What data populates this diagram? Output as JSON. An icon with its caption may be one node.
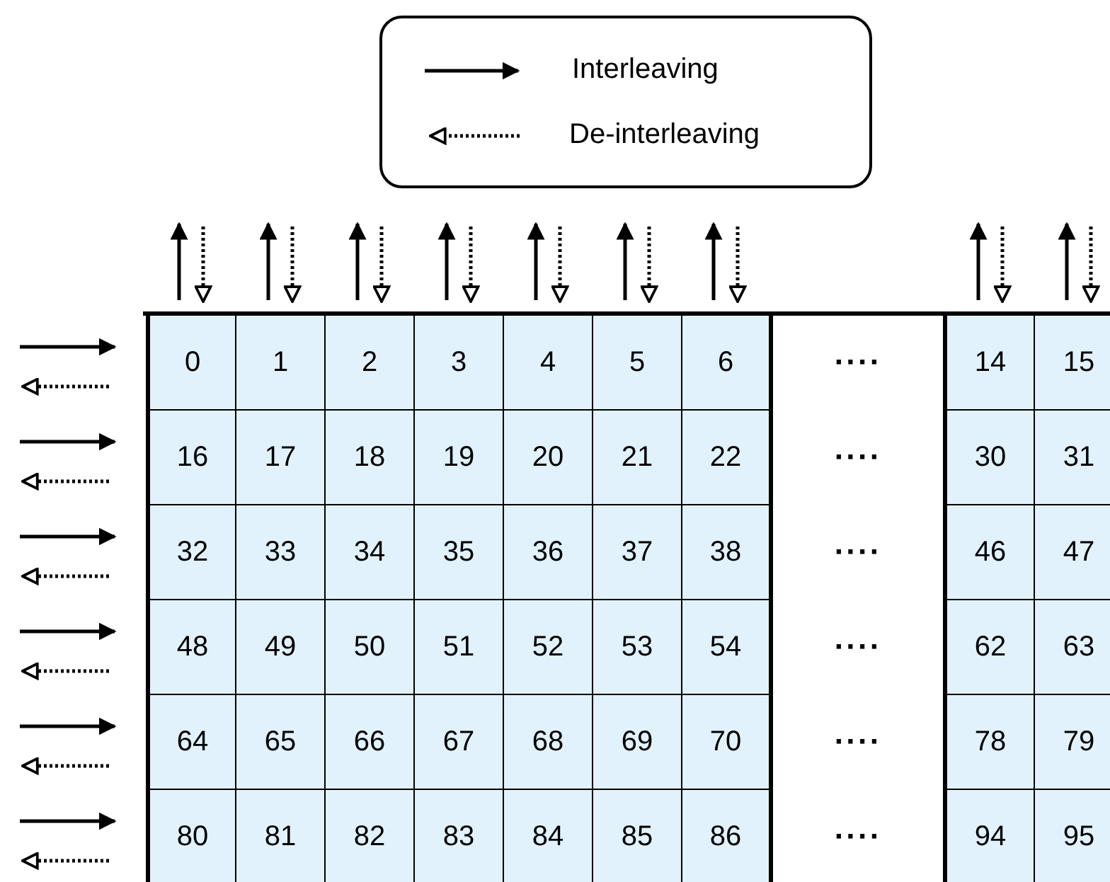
{
  "diagram": {
    "labels": [
      "0",
      "1",
      "2",
      "3",
      "4",
      "5",
      "6",
      "····",
      "14",
      "15",
      "16",
      "17",
      "18",
      "19",
      "20",
      "21",
      "22",
      "····",
      "30",
      "31",
      "32",
      "33",
      "34",
      "35",
      "36",
      "37",
      "38",
      "····",
      "46",
      "47",
      "48",
      "49",
      "50",
      "51",
      "52",
      "53",
      "54",
      "····",
      "62",
      "63",
      "64",
      "65",
      "66",
      "67",
      "68",
      "69",
      "70",
      "····",
      "78",
      "79",
      "80",
      "81",
      "82",
      "83",
      "84",
      "85",
      "86",
      "····",
      "94",
      "95"
    ],
    "legend": [
      {
        "text": "Interleaving"
      },
      {
        "text": "De-interleaving"
      }
    ]
  }
}
